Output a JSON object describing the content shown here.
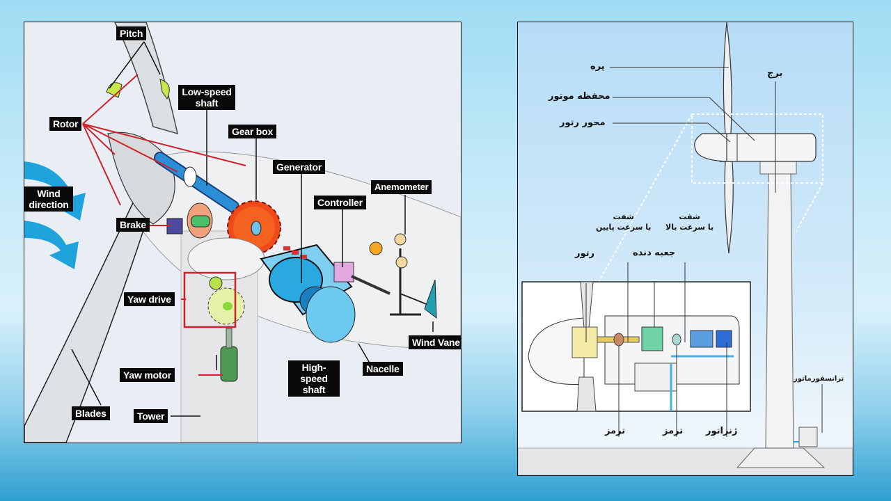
{
  "left_diagram": {
    "labels": {
      "pitch": "Pitch",
      "rotor": "Rotor",
      "low_speed_shaft": "Low-speed shaft",
      "gear_box": "Gear box",
      "generator": "Generator",
      "controller": "Controller",
      "anemometer": "Anemometer",
      "wind_direction": "Wind direction",
      "brake": "Brake",
      "yaw_drive": "Yaw drive",
      "yaw_motor": "Yaw motor",
      "high_speed_shaft": "High-speed shaft",
      "nacelle": "Nacelle",
      "wind_vane": "Wind Vane",
      "blades": "Blades",
      "tower": "Tower"
    },
    "colors": {
      "gear": "#f04a1a",
      "shaft": "#2a8fd6",
      "generator": "#29a9e0",
      "wind_arrow": "#1ea3dc",
      "callout_red": "#d0202a"
    }
  },
  "right_diagram": {
    "labels": {
      "blade": "پره",
      "nacelle": "محفظه موتور",
      "rotor_hub": "محور رتور",
      "tower": "برج",
      "rotor": "رتور",
      "low_speed_shaft_line1": "شفت",
      "low_speed_shaft_line2": "با سرعت پایین",
      "high_speed_shaft_line1": "شفت",
      "high_speed_shaft_line2": "با سرعت بالا",
      "gearbox": "جعبه دنده",
      "brake_1": "ترمز",
      "brake_2": "ترمز",
      "generator": "ژنراتور",
      "transformer": "ترانسفورماتور"
    }
  }
}
